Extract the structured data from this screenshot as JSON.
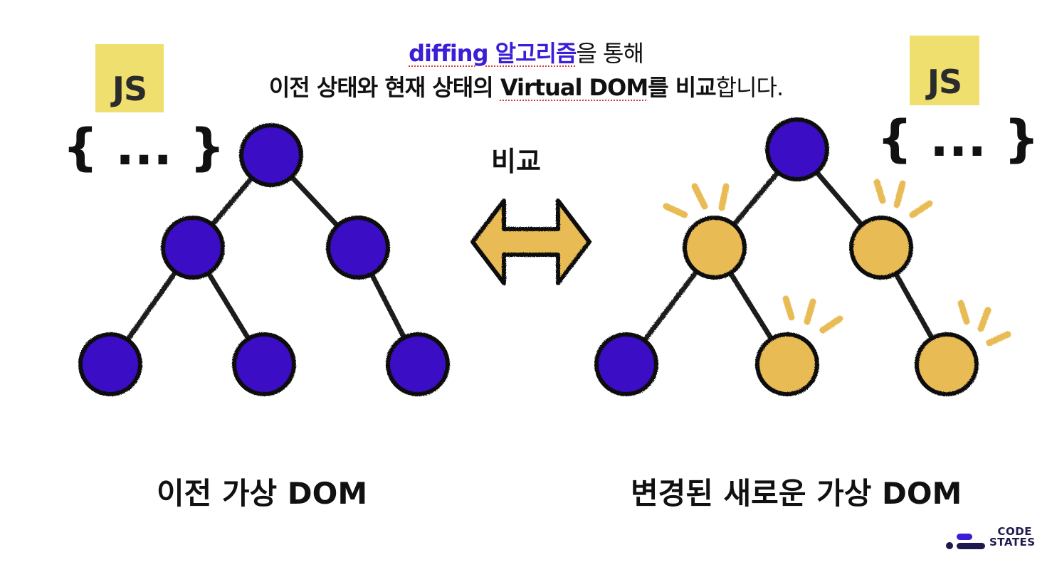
{
  "header": {
    "line1_accent": "diffing 알고리즘",
    "line1_rest": "을 통해",
    "line2_part1": "이전 상태와 현재 상태의 ",
    "line2_vdom": "Virtual DOM",
    "line2_part2": "를 ",
    "line2_compare": "비교",
    "line2_end": "합니다."
  },
  "left": {
    "js_badge": "JS",
    "braces": "{ ... }",
    "caption": "이전 가상 DOM"
  },
  "right": {
    "js_badge": "JS",
    "braces": "{ ... }",
    "caption": "변경된 새로운 가상 DOM"
  },
  "middle": {
    "compare_label": "비교"
  },
  "colors": {
    "unchanged_node": "#3b0fc4",
    "changed_node": "#e8bb55",
    "js_badge_bg": "#efdf6e",
    "accent_text": "#3a1fd6"
  },
  "trees": {
    "left": {
      "root": "unchanged",
      "level1": [
        "unchanged",
        "unchanged"
      ],
      "level2": [
        "unchanged",
        "unchanged",
        "unchanged"
      ]
    },
    "right": {
      "root": "unchanged",
      "level1": [
        "changed",
        "changed"
      ],
      "level2": [
        "unchanged",
        "changed",
        "changed"
      ]
    }
  },
  "logo": {
    "line1": "CODE",
    "line2": "STATES"
  }
}
